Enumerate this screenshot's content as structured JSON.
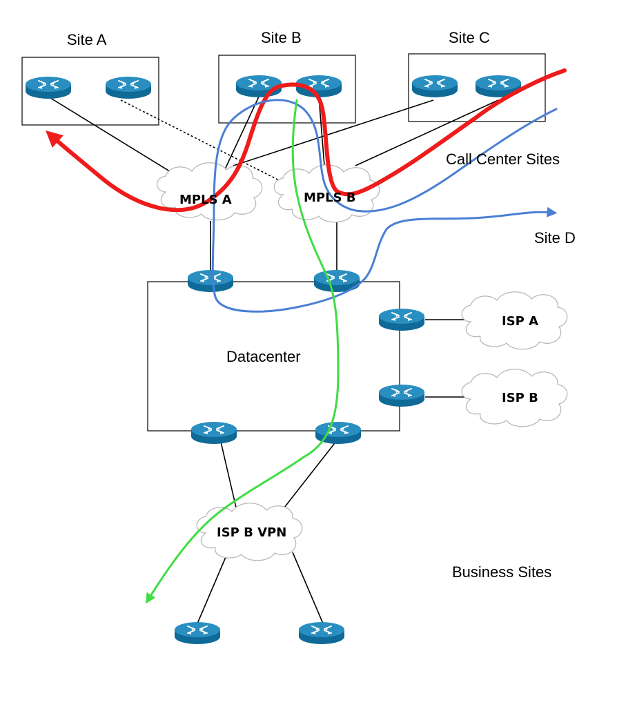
{
  "labels": {
    "site_a": "Site A",
    "site_b": "Site B",
    "site_c": "Site C",
    "site_d": "Site D",
    "call_center_sites": "Call Center Sites",
    "business_sites": "Business Sites",
    "datacenter": "Datacenter"
  },
  "clouds": {
    "mpls_a": "MPLS A",
    "mpls_b": "MPLS B",
    "isp_a": "ISP A",
    "isp_b": "ISP B",
    "isp_b_vpn": "ISP B VPN"
  },
  "colors": {
    "router_top": "#2a8fc0",
    "router_side": "#0f6a98",
    "red_path": "#ee1c1c",
    "blue_path": "#4a7fd4",
    "green_path": "#3fdd44"
  },
  "icons": {
    "router": "router-icon"
  }
}
